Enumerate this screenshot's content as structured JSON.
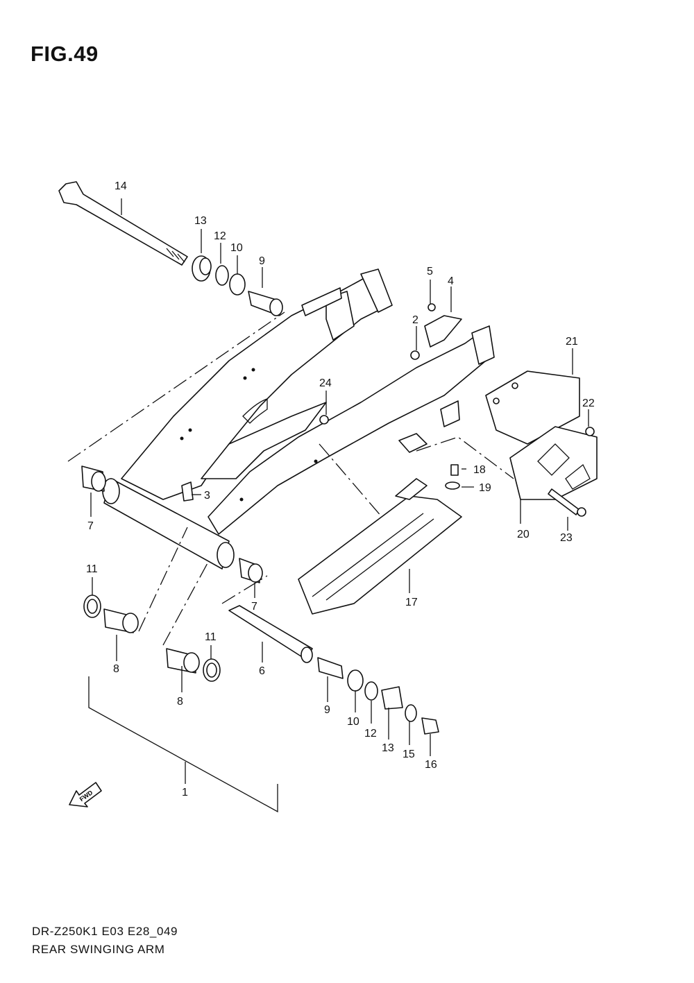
{
  "figure": {
    "title": "FIG.49",
    "model_code": "DR-Z250K1  E03  E28_049",
    "assembly_name": "REAR SWINGING ARM",
    "fwd_marker": "FWD"
  },
  "callouts": [
    {
      "label": "1"
    },
    {
      "label": "2"
    },
    {
      "label": "3"
    },
    {
      "label": "4"
    },
    {
      "label": "5"
    },
    {
      "label": "6"
    },
    {
      "label": "7"
    },
    {
      "label": "7"
    },
    {
      "label": "8"
    },
    {
      "label": "8"
    },
    {
      "label": "9"
    },
    {
      "label": "9"
    },
    {
      "label": "10"
    },
    {
      "label": "10"
    },
    {
      "label": "11"
    },
    {
      "label": "11"
    },
    {
      "label": "12"
    },
    {
      "label": "12"
    },
    {
      "label": "13"
    },
    {
      "label": "13"
    },
    {
      "label": "14"
    },
    {
      "label": "15"
    },
    {
      "label": "16"
    },
    {
      "label": "17"
    },
    {
      "label": "18"
    },
    {
      "label": "19"
    },
    {
      "label": "20"
    },
    {
      "label": "21"
    },
    {
      "label": "22"
    },
    {
      "label": "23"
    },
    {
      "label": "24"
    }
  ]
}
